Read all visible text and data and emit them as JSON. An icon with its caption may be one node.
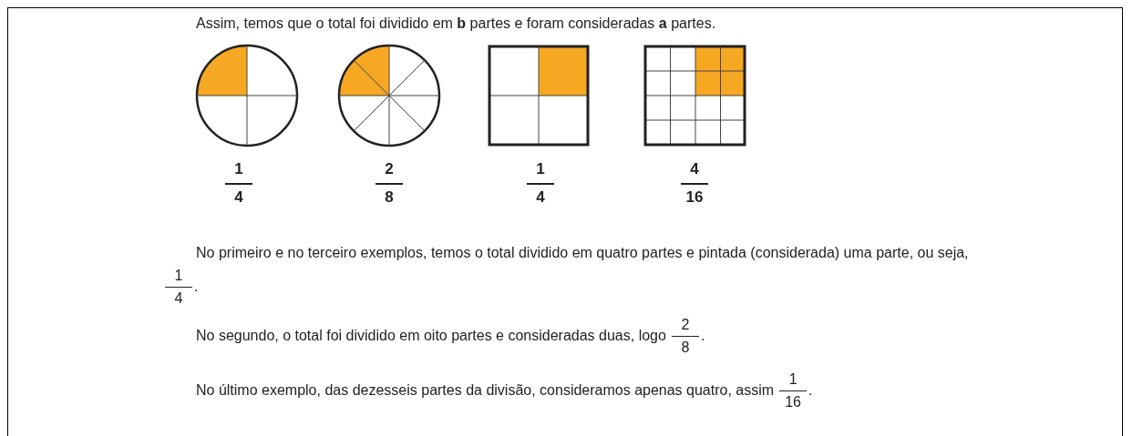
{
  "diagram": {
    "labels": [
      "Assim, temos que o total foi dividido em **b** partes e foram consideradas **a** partes.",
      "1",
      "4",
      "2",
      "8",
      "1",
      "4",
      "4",
      "16",
      "No primeiro e no terceiro exemplos, temos o total dividido em quatro partes e pintada (considerada) uma parte, ou seja,",
      "1",
      "4",
      ".",
      "No segundo, o total foi dividido em oito partes e consideradas duas, logo",
      "2",
      "8",
      ".",
      "No último exemplo, das dezesseis partes da divisão, consideramos apenas quatro, assim",
      "1",
      "16",
      "."
    ]
  }
}
